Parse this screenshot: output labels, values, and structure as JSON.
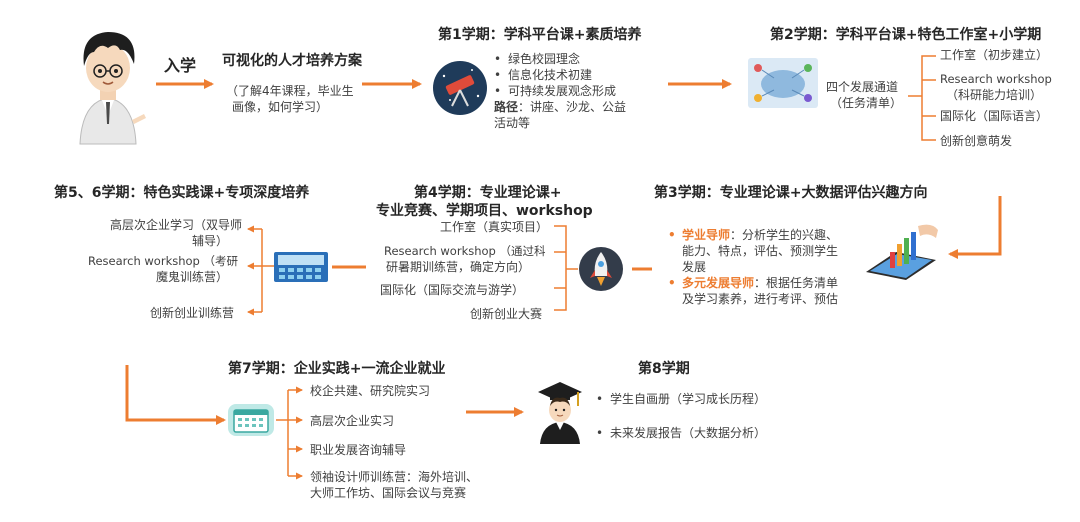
{
  "entry": {
    "label": "入学",
    "title": "可视化的人才培养方案",
    "desc_line1": "（了解4年课程，毕业生",
    "desc_line2": "画像，如何学习）"
  },
  "sem1": {
    "title": "第1学期：学科平台课+素质培养",
    "bullets": [
      "绿色校园理念",
      "信息化技术初建",
      "可持续发展观念形成"
    ],
    "path_label": "路径",
    "path_text_1": "：讲座、沙龙、公益",
    "path_text_2": "活动等"
  },
  "sem2": {
    "title": "第2学期：学科平台课+特色工作室+小学期",
    "channel_line1": "四个发展通道",
    "channel_line2": "（任务清单）",
    "branches": [
      "工作室（初步建立）",
      "Research workshop",
      "（科研能力培训）",
      "国际化（国际语言）",
      "创新创意萌发"
    ]
  },
  "sem3": {
    "title": "第3学期：专业理论课+大数据评估兴趣方向",
    "mentor1_label": "学业导师",
    "mentor1_text": [
      "：分析学生的兴趣、",
      "能力、特点，评估、预测学生",
      "发展"
    ],
    "mentor2_label": "多元发展导师",
    "mentor2_text": [
      "：根据任务清单",
      "及学习素养，进行考评、预估"
    ]
  },
  "sem4": {
    "title_line1": "第4学期：专业理论课+",
    "title_line2": "专业竞赛、学期项目、workshop",
    "items": [
      "工作室（真实项目）",
      "Research workshop （通过科",
      "研暑期训练营，确定方向）",
      "国际化（国际交流与游学）",
      "创新创业大赛"
    ]
  },
  "sem56": {
    "title": "第5、6学期：特色实践课+专项深度培养",
    "items": [
      "高层次企业学习（双导师",
      "辅导）",
      "Research workshop （考研",
      "魔鬼训练营）",
      "创新创业训练营"
    ]
  },
  "sem7": {
    "title": "第7学期：企业实践+一流企业就业",
    "items": [
      "校企共建、研究院实习",
      "高层次企业实习",
      "职业发展咨询辅导",
      "领袖设计师训练营：海外培训、",
      "大师工作坊、国际会议与竞赛"
    ]
  },
  "sem8": {
    "title": "第8学期",
    "bullets": [
      "学生自画册（学习成长历程）",
      "未来发展报告（大数据分析）"
    ]
  },
  "colors": {
    "arrow": "#ED7D31",
    "bracket": "#ED7D31",
    "accent": "#ED7D31"
  }
}
